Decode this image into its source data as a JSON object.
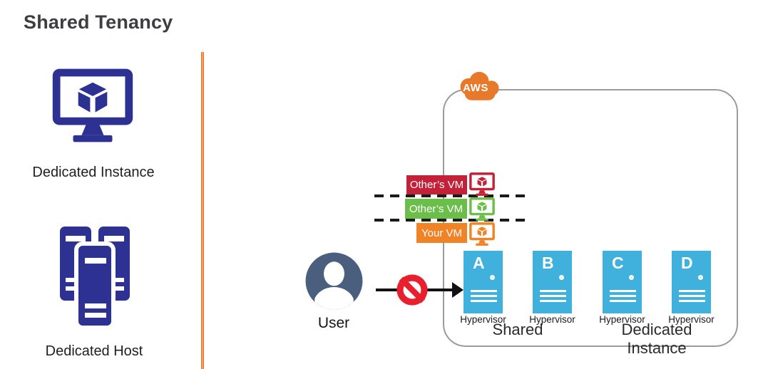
{
  "title": "Shared Tenancy",
  "sidebar": {
    "items": [
      {
        "label": "Dedicated Instance",
        "icon": "monitor-cube-icon",
        "color": "#2d3192"
      },
      {
        "label": "Dedicated Host",
        "icon": "server-stack-icon",
        "color": "#2d3192"
      }
    ]
  },
  "diagram": {
    "cloud_label": "AWS",
    "cloud_color": "#e8782a",
    "boundary_color": "#9b9b9b",
    "vm_rows": [
      {
        "label": "Other’s VM",
        "color": "#c22138",
        "icon": "monitor-cube-icon"
      },
      {
        "label": "Other’s VM",
        "color": "#6cbe4b",
        "icon": "monitor-cube-icon"
      },
      {
        "label": "Your VM",
        "color": "#f08326",
        "icon": "monitor-cube-icon"
      }
    ],
    "user": {
      "label": "User",
      "color": "#4a5e7d",
      "icon": "user-icon"
    },
    "blocked": {
      "icon": "no-entry-icon",
      "color": "#e8202e"
    },
    "server_color": "#3fb1dc",
    "servers": [
      {
        "letter": "A",
        "label": "Hypervisor"
      },
      {
        "letter": "B",
        "label": "Hypervisor"
      },
      {
        "letter": "C",
        "label": "Hypervisor"
      },
      {
        "letter": "D",
        "label": "Hypervisor"
      }
    ],
    "group_labels": [
      {
        "label": "Shared"
      },
      {
        "label": "Dedicated Instance"
      }
    ]
  }
}
